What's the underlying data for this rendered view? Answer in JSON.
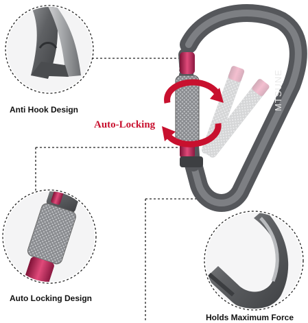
{
  "labels": {
    "anti_hook": "Anti Hook Design",
    "auto_locking": "Auto-Locking",
    "auto_locking_design": "Auto Locking Design",
    "holds_max": "Holds Maximum Force",
    "brand": "MTSUNE"
  },
  "colors": {
    "accent_red": "#c8102e",
    "gate_pink": "#c0245a",
    "metal": "#6b6d70"
  }
}
